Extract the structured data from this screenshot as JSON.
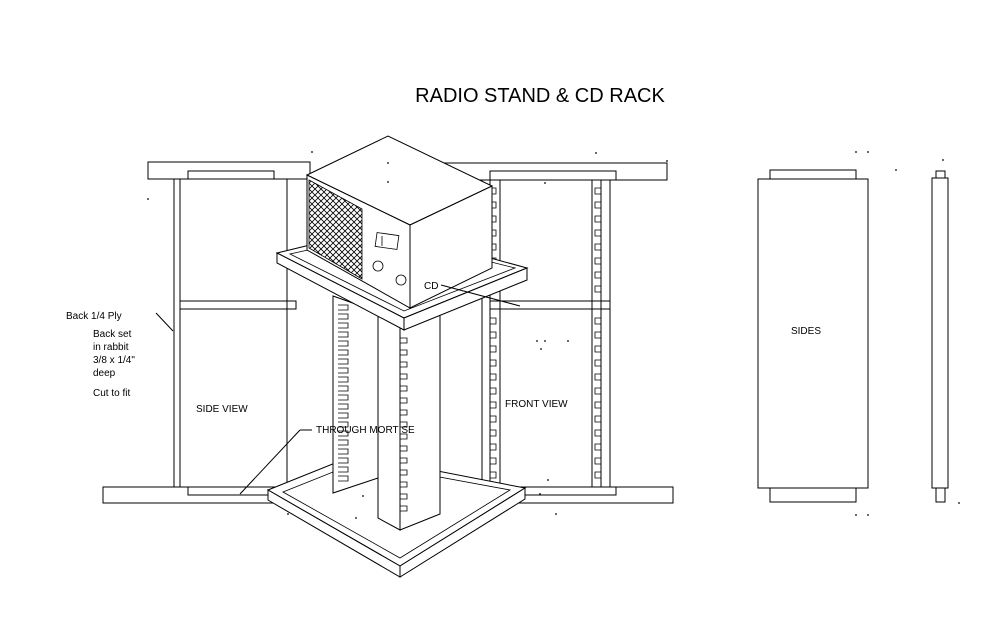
{
  "title": "RADIO STAND & CD RACK",
  "labels": {
    "back_ply": "Back 1/4 Ply",
    "back_set_1": "Back set",
    "back_set_2": "in rabbit",
    "back_set_3": "3/8 x 1/4\"",
    "back_set_4": "deep",
    "cut_to_fit": "Cut to fit",
    "side_view": "SIDE VIEW",
    "front_view": "FRONT VIEW",
    "sides": "SIDES",
    "cd": "CD",
    "through_mortise": "THROUGH MORTISE"
  },
  "colors": {
    "line": "#000000",
    "background": "#ffffff"
  }
}
